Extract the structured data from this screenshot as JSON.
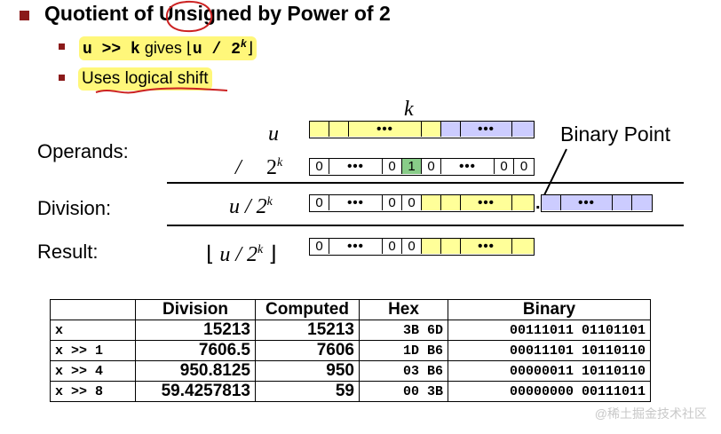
{
  "title": {
    "prefix": "Quotient of ",
    "circled": "Uns",
    "suffix": "igned by Power of 2"
  },
  "bullets": {
    "first_code": "u >> k",
    "first_text": " gives ",
    "first_formula_left": "⌊",
    "first_formula_code": "u / 2",
    "first_formula_exp": "k",
    "first_formula_right": "⌋",
    "second": "Uses logical shift"
  },
  "diagram": {
    "k_label": "k",
    "binary_point_label": "Binary Point",
    "operands_label": "Operands:",
    "division_label": "Division:",
    "result_label": "Result:",
    "u_label": "u",
    "divide_symbol": "/",
    "pow_base": "2",
    "pow_exp": "k",
    "div_expr_base": "u / 2",
    "div_expr_exp": "k",
    "result_floor_left": "⌊",
    "result_floor_right": "⌋",
    "dots": "•••",
    "zero": "0",
    "one": "1",
    "binary_point_dot": "."
  },
  "table": {
    "headers": [
      "",
      "Division",
      "Computed",
      "Hex",
      "Binary"
    ],
    "rows": [
      {
        "expr": "x",
        "division": "15213",
        "computed": "15213",
        "hex": "3B 6D",
        "binary": "00111011 01101101"
      },
      {
        "expr": "x >> 1",
        "division": "7606.5",
        "computed": "7606",
        "hex": "1D B6",
        "binary": "00011101 10110110"
      },
      {
        "expr": "x >> 4",
        "division": "950.8125",
        "computed": "950",
        "hex": "03 B6",
        "binary": "00000011 10110110"
      },
      {
        "expr": "x >> 8",
        "division": "59.4257813",
        "computed": "59",
        "hex": "00 3B",
        "binary": "00000000 00111011"
      }
    ]
  },
  "watermark": "@稀土掘金技术社区",
  "colors": {
    "highlight": "#fff77a",
    "bullet": "#8b1a1a",
    "annotation_red": "#cc2222",
    "yellow_cell": "#ffff99",
    "lavender_cell": "#ccccff",
    "green_cell": "#88cc88"
  }
}
